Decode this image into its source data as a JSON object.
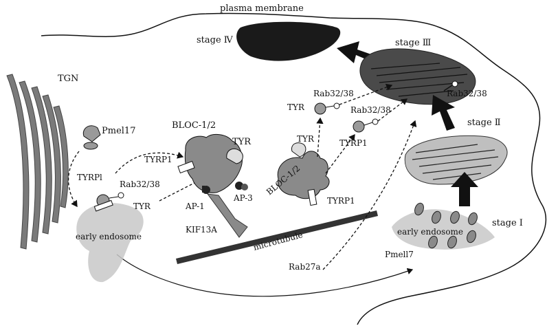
{
  "labels": {
    "plasma_membrane": "plasma membrane",
    "stage4": "stage Ⅳ",
    "stage3": "stage Ⅲ",
    "stage2": "stage Ⅱ",
    "stage1": "stage Ⅰ",
    "tgn": "TGN",
    "pmel17_top": "Pmel17",
    "tyrp1_left": "TYRPl",
    "rab_left": "Rab32/38",
    "tyr_left": "TYR",
    "early_endosome_left": "early endosome",
    "bloc_top": "BLOC-1/2",
    "tyrp1_mid": "TYRP1",
    "tyr_mid": "TYR",
    "ap1": "AP-1",
    "ap3": "AP-3",
    "kif13a": "KIF13A",
    "microtubule": "microtubule",
    "rab_mid1": "Rab32/38",
    "tyr_mid2": "TYR",
    "rab_mid2": "Rab32/38",
    "tyr_mid3": "TYR",
    "tyrp1_mid3": "TYRP1",
    "bloc_rot": "BLOC-1/2",
    "tyrp1_bottom": "TYRP1",
    "rab_right": "Rab32/38",
    "early_endosome_right": "early endosome",
    "rab27a": "Rab27a",
    "pmel17_bottom": "Pmell7"
  },
  "colors": {
    "dark": "#1a1a1a",
    "stage3_fill": "#4a4a4a",
    "stage2_fill": "#bfbfbf",
    "vesicle_fill": "#8a8a8a",
    "endosome_fill": "#c8c8c8",
    "tgn_fill": "#7a7a7a"
  }
}
